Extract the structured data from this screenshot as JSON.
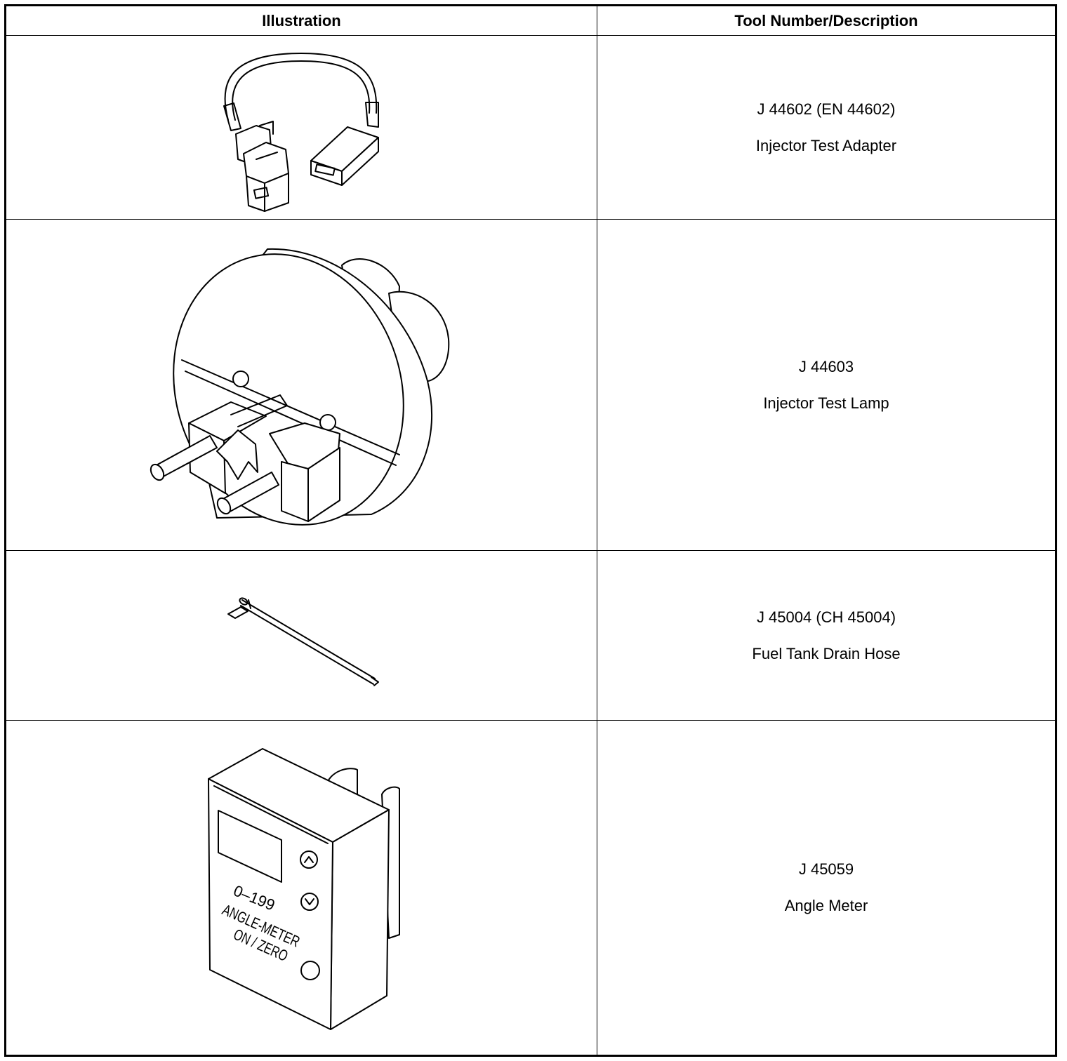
{
  "table": {
    "headers": {
      "illustration": "Illustration",
      "tool": "Tool Number/Description"
    },
    "rows": [
      {
        "tool_number": "J 44602 (EN 44602)",
        "description": "Injector Test Adapter",
        "icon": "injector-test-adapter-illustration"
      },
      {
        "tool_number": "J 44603",
        "description": "Injector Test Lamp",
        "icon": "injector-test-lamp-illustration"
      },
      {
        "tool_number": "J 45004 (CH 45004)",
        "description": "Fuel Tank Drain Hose",
        "icon": "fuel-tank-drain-hose-illustration"
      },
      {
        "tool_number": "J 45059",
        "description": "Angle Meter",
        "icon": "angle-meter-illustration",
        "device_labels": {
          "range": "0–199",
          "name": "ANGLE-METER",
          "button": "ON / ZERO"
        }
      }
    ]
  }
}
